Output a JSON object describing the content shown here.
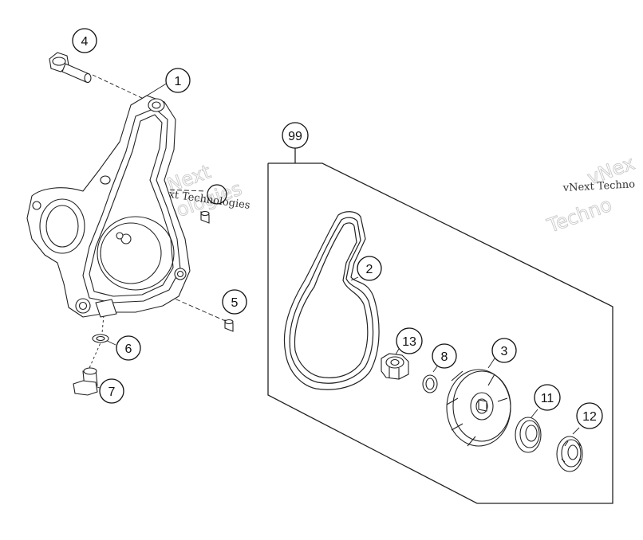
{
  "callouts": {
    "c1": "1",
    "c2": "2",
    "c3": "3",
    "c4": "4",
    "c5": "5",
    "c6": "6",
    "c7": "7",
    "c8": "8",
    "c11": "11",
    "c12": "12",
    "c13": "13",
    "c99": "99"
  },
  "watermarks": {
    "left_text": "vNext Technologies",
    "left_outline_1": "vNext",
    "left_outline_2": "Technologies",
    "right_text": "vNext Techno",
    "right_outline_1": "vNex",
    "right_outline_2": "Techno"
  }
}
